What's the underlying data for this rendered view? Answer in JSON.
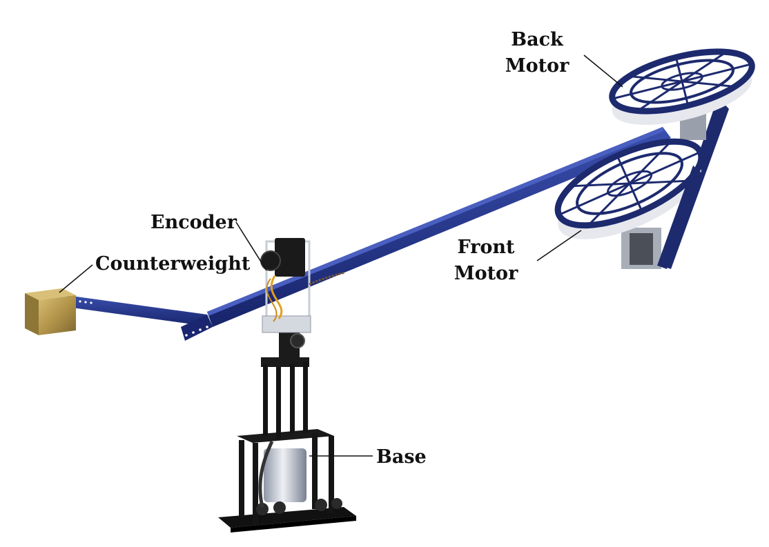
{
  "labels": {
    "back_motor_line1": "Back",
    "back_motor_line2": "Motor",
    "encoder": "Encoder",
    "counterweight": "Counterweight",
    "front_motor_line1": "Front",
    "front_motor_line2": "Motor",
    "base": "Base"
  },
  "colors": {
    "arm_blue": "#1f2f86",
    "arm_highlight": "#3b4fb0",
    "brass": "#b89a4e",
    "black_frame": "#151515",
    "rotor_rim": "#1d2a6e",
    "rotor_shroud": "#e6e8ee"
  }
}
